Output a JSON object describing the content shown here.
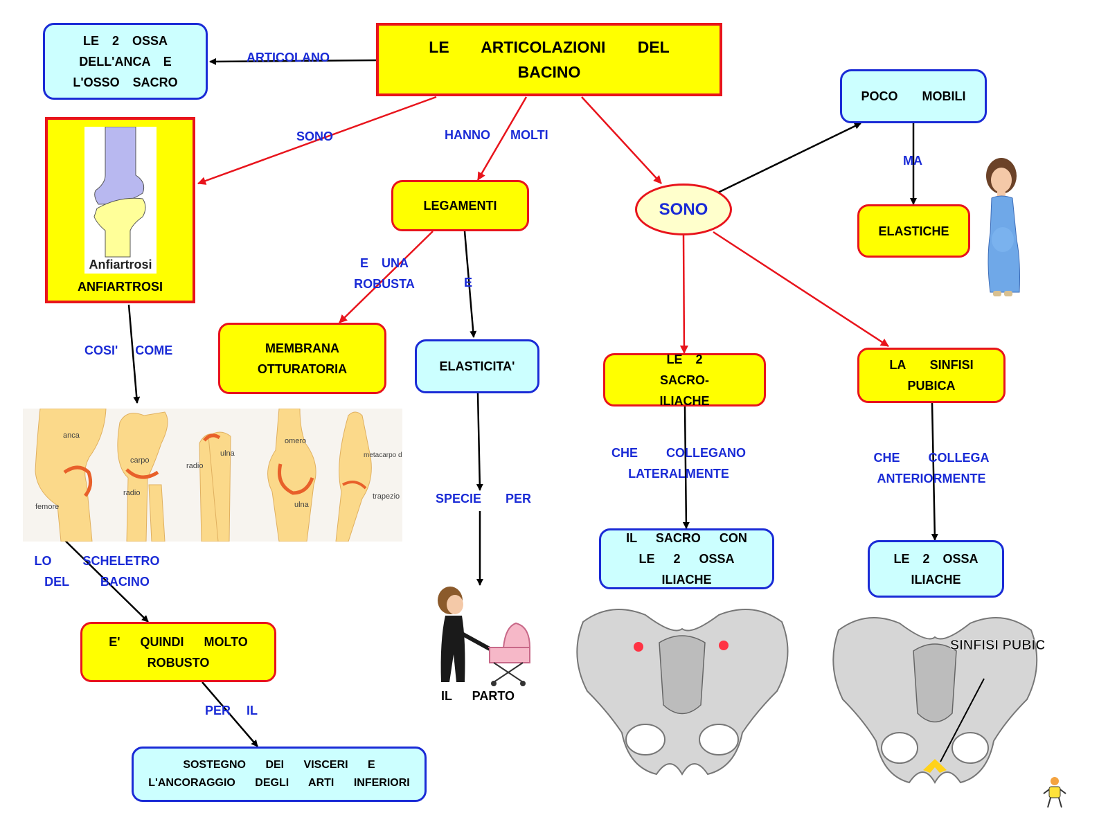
{
  "nodes": {
    "title": "LE ARTICOLAZIONI DEL BACINO",
    "ossa_anca": "LE 2 OSSA DELL'ANCA E L'OSSO SACRO",
    "anfiartrosi": "ANFIARTROSI",
    "anfiartrosi_caption": "Anfiartrosi",
    "legamenti": "LEGAMENTI",
    "sono": "SONO",
    "poco_mobili": "POCO MOBILI",
    "elastiche": "ELASTICHE",
    "membrana": "MEMBRANA OTTURATORIA",
    "elasticita": "ELASTICITA'",
    "sacro_iliache": "LE 2 SACRO-ILIACHE",
    "sinfisi": "LA SINFISI PUBICA",
    "sacro_ossa": "IL SACRO CON LE 2 OSSA ILIACHE",
    "ossa_iliache": "LE 2 OSSA ILIACHE",
    "robusto": "E' QUINDI MOLTO ROBUSTO",
    "sostegno": "SOSTEGNO DEI VISCERI E L'ANCORAGGIO DEGLI ARTI INFERIORI",
    "parto": "IL PARTO"
  },
  "labels": {
    "articolano": "ARTICOLANO",
    "sono": "SONO",
    "hanno_molti": "HANNO MOLTI",
    "ma": "MA",
    "e_una_robusta": "E UNA ROBUSTA",
    "e": "E",
    "cosi_come": "COSI' COME",
    "che_collegano": "CHE COLLEGANO LATERALMENTE",
    "che_collega": "CHE COLLEGA ANTERIORMENTE",
    "specie_per": "SPECIE PER",
    "scheletro": "LO SCHELETRO DEL BACINO",
    "per_il": "PER IL"
  },
  "joints_image": {
    "anca": "anca",
    "femore": "femore",
    "carpo": "carpo",
    "radio1": "radio",
    "radio2": "radio",
    "ulna1": "ulna",
    "omero": "omero",
    "ulna2": "ulna",
    "metacarpo": "metacarpo del pollice",
    "trapezio": "trapezio"
  },
  "pelvis_label": "SINFISI PUBICA",
  "colors": {
    "yellow_fill": "#ffff00",
    "red_border": "#e8141c",
    "cyan_fill": "#ccffff",
    "blue_border": "#1a2bd6",
    "label_blue": "#1a2bd6"
  }
}
